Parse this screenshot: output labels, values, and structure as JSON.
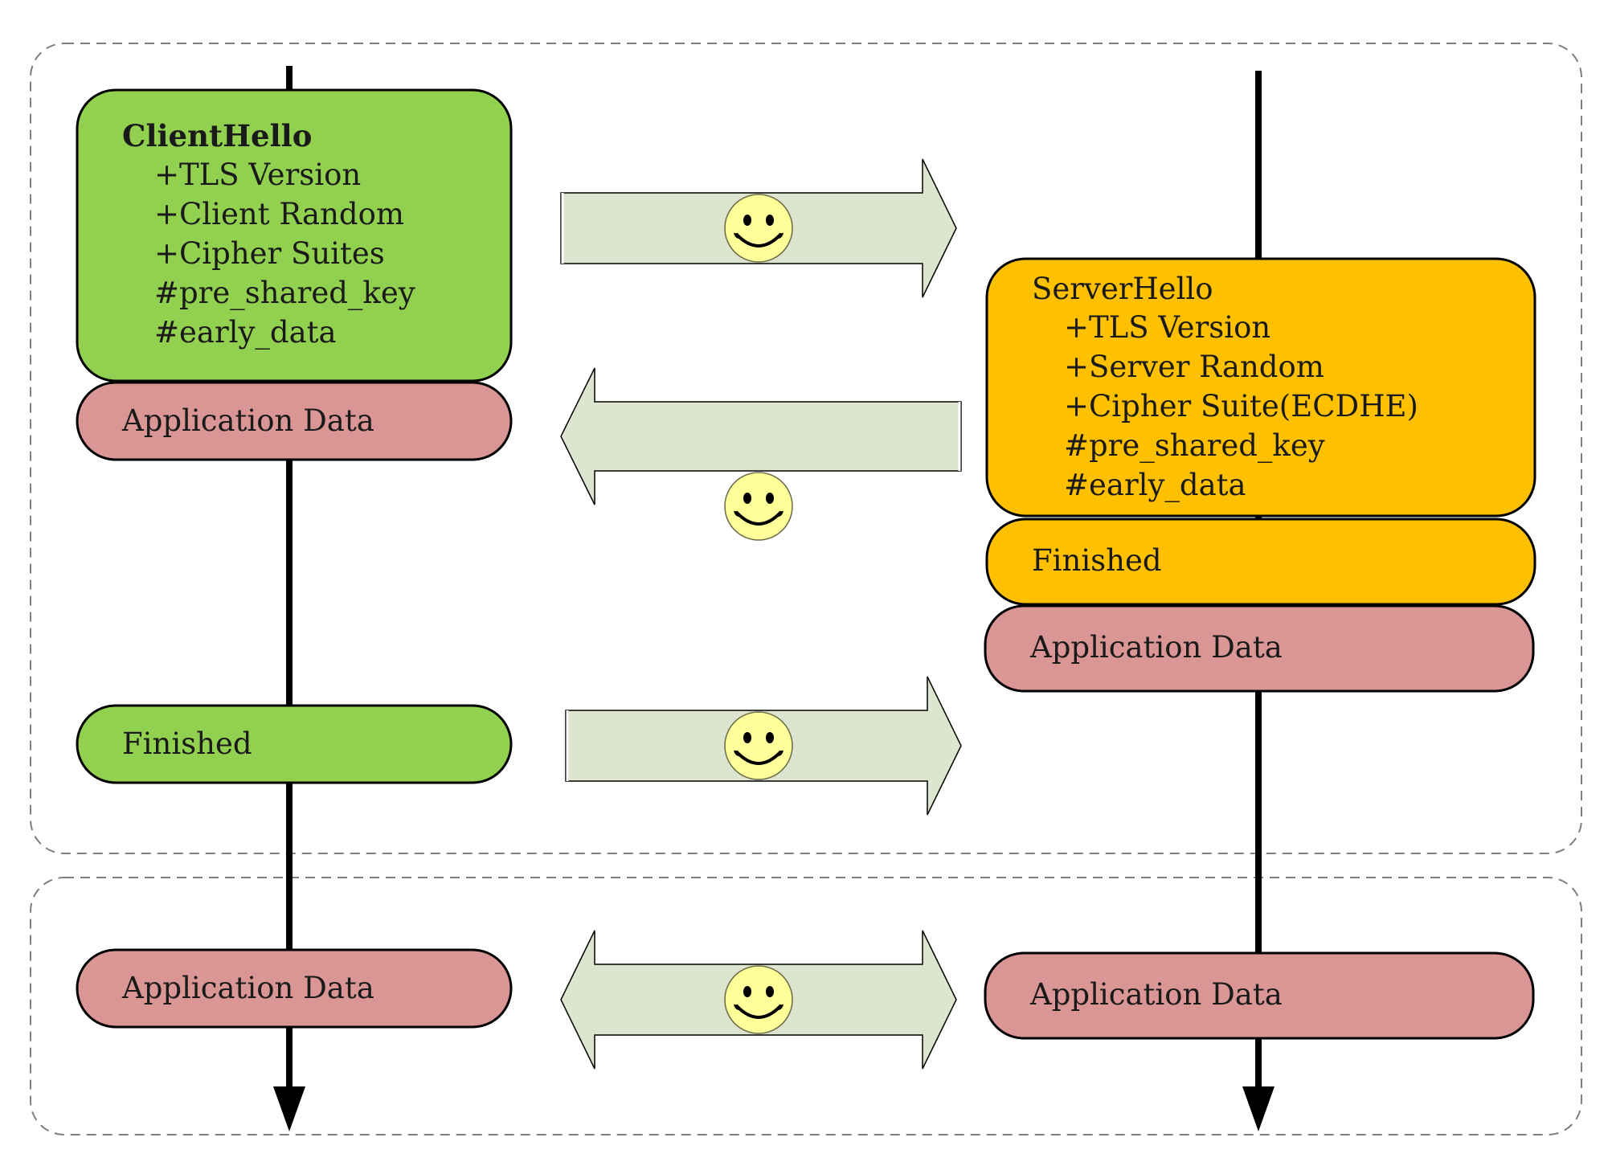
{
  "client_hello": {
    "title": "ClientHello",
    "lines": [
      "+TLS Version",
      "+Client Random",
      "+Cipher Suites",
      "#pre_shared_key",
      "#early_data"
    ]
  },
  "client_early_app_data": "Application Data",
  "client_finished": "Finished",
  "client_app_data": "Application Data",
  "server_hello": {
    "title": "ServerHello",
    "lines": [
      "+TLS Version",
      "+Server Random",
      "+Cipher Suite(ECDHE)",
      "#pre_shared_key",
      "#early_data"
    ]
  },
  "server_finished": "Finished",
  "server_early_app_data": "Application Data",
  "server_app_data": "Application Data",
  "colors": {
    "client_green": "#92d050",
    "server_orange": "#ffc000",
    "app_data_pink": "#d99694",
    "arrow_fill": "#dde5cf",
    "smiley_yellow": "#ffff99",
    "frame_dash": "#7f7f7f"
  },
  "icons": {
    "smiley": "smiley-face-icon",
    "arrow_right": "arrow-right-icon",
    "arrow_left": "arrow-left-icon",
    "arrow_both": "double-arrow-icon"
  }
}
